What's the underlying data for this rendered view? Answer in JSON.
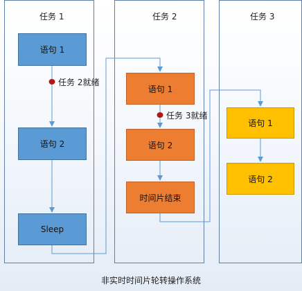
{
  "lanes": [
    {
      "title": "任务 1"
    },
    {
      "title": "任务 2"
    },
    {
      "title": "任务 3"
    }
  ],
  "task1": {
    "stmt1": "语句 1",
    "stmt2": "语句 2",
    "sleep": "Sleep"
  },
  "task2": {
    "stmt1": "语句 1",
    "stmt2": "语句 2",
    "slice_end": "时间片结束"
  },
  "task3": {
    "stmt1": "语句 1",
    "stmt2": "语句 2"
  },
  "events": {
    "task2_ready": "任务 2就绪",
    "task3_ready": "任务 3就绪"
  },
  "caption": "非实时时间片轮转操作系统",
  "colors": {
    "blue": "#5b9bd5",
    "orange": "#ed7d31",
    "yellow": "#ffc000",
    "marker": "#b01818",
    "line": "#5b9bd5"
  }
}
